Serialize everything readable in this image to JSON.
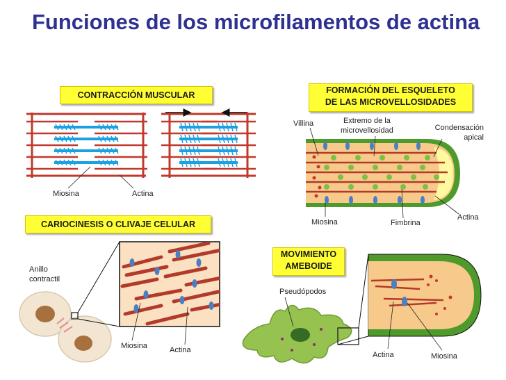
{
  "title": "Funciones de los microfilamentos de actina",
  "panels": {
    "muscle": {
      "heading": "CONTRACCIÓN MUSCULAR",
      "label_myosin": "Miosina",
      "label_actin": "Actina"
    },
    "microvilli": {
      "heading_line1": "FORMACIÓN DEL ESQUELETO",
      "heading_line2": "DE LAS MICROVELLOSIDADES",
      "label_villin": "Villina",
      "label_tip_line1": "Extremo de la",
      "label_tip_line2": "microvellosidad",
      "label_apical_line1": "Condensación",
      "label_apical_line2": "apical",
      "label_myosin": "Miosina",
      "label_fimbrin": "Fimbrina",
      "label_actin": "Actina"
    },
    "cytokinesis": {
      "heading": "CARIOCINESIS O CLIVAJE CELULAR",
      "label_ring_line1": "Anillo",
      "label_ring_line2": "contractil",
      "label_myosin": "Miosina",
      "label_actin": "Actina"
    },
    "amoeboid": {
      "heading_line1": "MOVIMIENTO",
      "heading_line2": "AMEBOIDE",
      "label_pseudopods": "Pseudópodos",
      "label_actin": "Actina",
      "label_myosin": "Miosina"
    }
  },
  "colors": {
    "title": "#2e3192",
    "label_box": "#ffff33",
    "actin": "#c0392b",
    "myosin_muscle": "#1ba1e2",
    "myosin_blob": "#4a7fc1",
    "fimbrin": "#7cc242",
    "cell_interior": "#f7c98b",
    "membrane": "#4e9a2a",
    "apical_cap": "#fffaa0"
  }
}
